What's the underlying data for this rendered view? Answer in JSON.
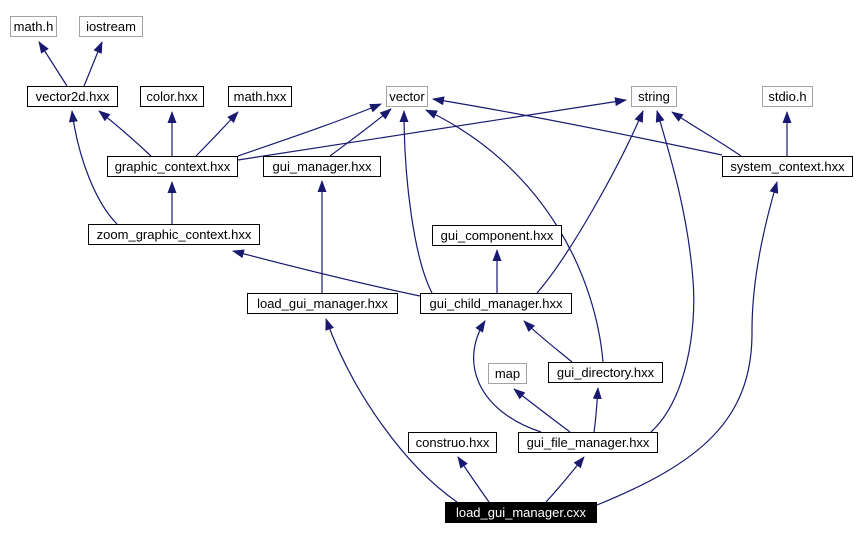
{
  "graph": {
    "type": "include-dependency-graph",
    "focus_node": "load_gui_manager.cxx",
    "nodes": [
      {
        "id": "math_h",
        "label": "math.h",
        "kind": "system"
      },
      {
        "id": "iostream",
        "label": "iostream",
        "kind": "system"
      },
      {
        "id": "vector2d_hxx",
        "label": "vector2d.hxx",
        "kind": "project"
      },
      {
        "id": "color_hxx",
        "label": "color.hxx",
        "kind": "project"
      },
      {
        "id": "math_hxx",
        "label": "math.hxx",
        "kind": "project"
      },
      {
        "id": "vector",
        "label": "vector",
        "kind": "system"
      },
      {
        "id": "string",
        "label": "string",
        "kind": "system"
      },
      {
        "id": "stdio_h",
        "label": "stdio.h",
        "kind": "system"
      },
      {
        "id": "graphic_context_hxx",
        "label": "graphic_context.hxx",
        "kind": "project"
      },
      {
        "id": "gui_manager_hxx",
        "label": "gui_manager.hxx",
        "kind": "project"
      },
      {
        "id": "system_context_hxx",
        "label": "system_context.hxx",
        "kind": "project"
      },
      {
        "id": "zoom_graphic_context_hxx",
        "label": "zoom_graphic_context.hxx",
        "kind": "project"
      },
      {
        "id": "gui_component_hxx",
        "label": "gui_component.hxx",
        "kind": "project"
      },
      {
        "id": "load_gui_manager_hxx",
        "label": "load_gui_manager.hxx",
        "kind": "project"
      },
      {
        "id": "gui_child_manager_hxx",
        "label": "gui_child_manager.hxx",
        "kind": "project"
      },
      {
        "id": "map",
        "label": "map",
        "kind": "system"
      },
      {
        "id": "gui_directory_hxx",
        "label": "gui_directory.hxx",
        "kind": "project"
      },
      {
        "id": "construo_hxx",
        "label": "construo.hxx",
        "kind": "project"
      },
      {
        "id": "gui_file_manager_hxx",
        "label": "gui_file_manager.hxx",
        "kind": "project"
      },
      {
        "id": "load_gui_manager_cxx",
        "label": "load_gui_manager.cxx",
        "kind": "focus"
      }
    ],
    "edges": [
      {
        "from": "vector2d_hxx",
        "to": "math_h"
      },
      {
        "from": "vector2d_hxx",
        "to": "iostream"
      },
      {
        "from": "graphic_context_hxx",
        "to": "vector2d_hxx"
      },
      {
        "from": "graphic_context_hxx",
        "to": "color_hxx"
      },
      {
        "from": "graphic_context_hxx",
        "to": "math_hxx"
      },
      {
        "from": "graphic_context_hxx",
        "to": "vector"
      },
      {
        "from": "graphic_context_hxx",
        "to": "string"
      },
      {
        "from": "gui_manager_hxx",
        "to": "vector"
      },
      {
        "from": "system_context_hxx",
        "to": "stdio_h"
      },
      {
        "from": "system_context_hxx",
        "to": "string"
      },
      {
        "from": "system_context_hxx",
        "to": "vector"
      },
      {
        "from": "zoom_graphic_context_hxx",
        "to": "graphic_context_hxx"
      },
      {
        "from": "zoom_graphic_context_hxx",
        "to": "vector2d_hxx"
      },
      {
        "from": "gui_child_manager_hxx",
        "to": "gui_component_hxx"
      },
      {
        "from": "gui_child_manager_hxx",
        "to": "vector"
      },
      {
        "from": "gui_child_manager_hxx",
        "to": "string"
      },
      {
        "from": "gui_child_manager_hxx",
        "to": "zoom_graphic_context_hxx"
      },
      {
        "from": "load_gui_manager_hxx",
        "to": "gui_manager_hxx"
      },
      {
        "from": "gui_directory_hxx",
        "to": "vector"
      },
      {
        "from": "gui_directory_hxx",
        "to": "gui_child_manager_hxx"
      },
      {
        "from": "gui_file_manager_hxx",
        "to": "gui_child_manager_hxx"
      },
      {
        "from": "gui_file_manager_hxx",
        "to": "map"
      },
      {
        "from": "gui_file_manager_hxx",
        "to": "gui_directory_hxx"
      },
      {
        "from": "gui_file_manager_hxx",
        "to": "string"
      },
      {
        "from": "load_gui_manager_cxx",
        "to": "load_gui_manager_hxx"
      },
      {
        "from": "load_gui_manager_cxx",
        "to": "construo_hxx"
      },
      {
        "from": "load_gui_manager_cxx",
        "to": "gui_file_manager_hxx"
      },
      {
        "from": "load_gui_manager_cxx",
        "to": "system_context_hxx"
      }
    ]
  },
  "colors": {
    "edge": "#191970",
    "project_border": "#000000",
    "system_border": "#a3a3a3",
    "focus_background": "#000000",
    "focus_text": "#ffffff",
    "background": "#ffffff"
  }
}
